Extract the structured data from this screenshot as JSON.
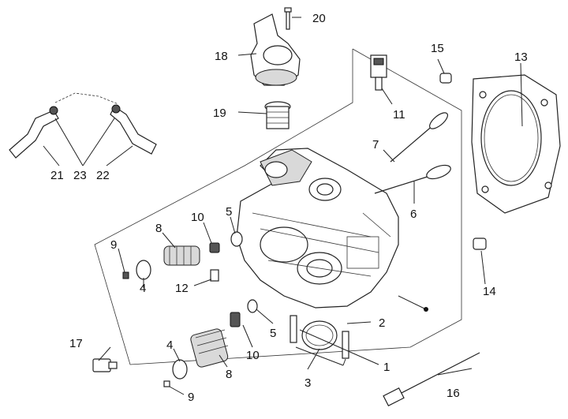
{
  "diagram": {
    "callouts": [
      {
        "id": "c1",
        "text": "1"
      },
      {
        "id": "c2",
        "text": "2"
      },
      {
        "id": "c3",
        "text": "3"
      },
      {
        "id": "c4a",
        "text": "4"
      },
      {
        "id": "c4b",
        "text": "4"
      },
      {
        "id": "c5a",
        "text": "5"
      },
      {
        "id": "c5b",
        "text": "5"
      },
      {
        "id": "c6",
        "text": "6"
      },
      {
        "id": "c7",
        "text": "7"
      },
      {
        "id": "c8a",
        "text": "8"
      },
      {
        "id": "c8b",
        "text": "8"
      },
      {
        "id": "c9a",
        "text": "9"
      },
      {
        "id": "c9b",
        "text": "9"
      },
      {
        "id": "c10a",
        "text": "10"
      },
      {
        "id": "c10b",
        "text": "10"
      },
      {
        "id": "c11",
        "text": "11"
      },
      {
        "id": "c12",
        "text": "12"
      },
      {
        "id": "c13",
        "text": "13"
      },
      {
        "id": "c14",
        "text": "14"
      },
      {
        "id": "c15",
        "text": "15"
      },
      {
        "id": "c16",
        "text": "16"
      },
      {
        "id": "c17",
        "text": "17"
      },
      {
        "id": "c18",
        "text": "18"
      },
      {
        "id": "c19",
        "text": "19"
      },
      {
        "id": "c20",
        "text": "20"
      },
      {
        "id": "c21",
        "text": "21"
      },
      {
        "id": "c22",
        "text": "22"
      },
      {
        "id": "c23",
        "text": "23"
      }
    ]
  }
}
